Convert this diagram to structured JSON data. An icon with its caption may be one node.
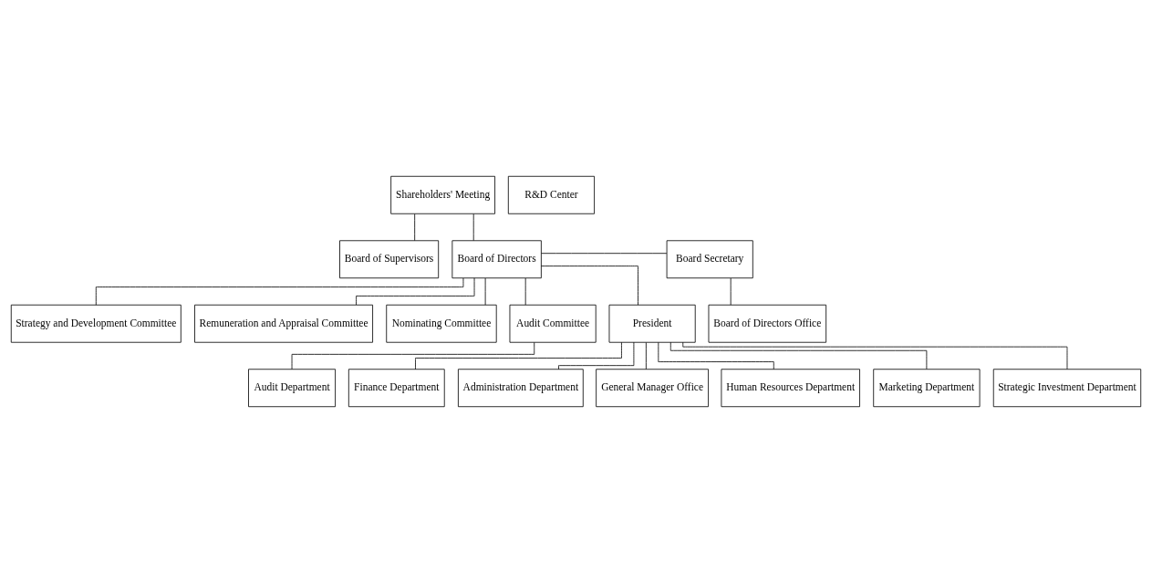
{
  "diagram": {
    "nodes": [
      {
        "text": [
          "Shareholders' Meeting"
        ]
      },
      {
        "text": [
          "Strategy and Development Committee"
        ]
      },
      {
        "text": [
          "Board of Supervisors"
        ]
      },
      {
        "text": [
          "Remuneration and Appraisal Committee"
        ]
      },
      {
        "text": [
          "Board of Directors"
        ]
      },
      {
        "text": [
          "Board Secretary"
        ]
      },
      {
        "text": [
          "Nominating Committee"
        ]
      },
      {
        "text": [
          "Audit Committee"
        ]
      },
      {
        "text": [
          "President"
        ]
      },
      {
        "text": [
          "Audit Department"
        ]
      },
      {
        "text": [
          "Finance Department"
        ]
      },
      {
        "text": [
          "Administration Department"
        ]
      },
      {
        "text": [
          "General Manager Office"
        ]
      },
      {
        "text": [
          "Human Resources Department"
        ]
      },
      {
        "text": [
          "Marketing Department"
        ]
      },
      {
        "text": [
          "R&D Center"
        ]
      },
      {
        "text": [
          "Strategic Investment Department"
        ]
      },
      {
        "text": [
          "Board of Directors Office"
        ]
      }
    ],
    "edges": [
      {
        "from": 0,
        "to": 4,
        "arrow": "none"
      },
      {
        "from": 0,
        "to": 2,
        "arrow": "none"
      },
      {
        "from": 4,
        "to": 1,
        "arrow": "none"
      },
      {
        "from": 4,
        "to": 3,
        "arrow": "none"
      },
      {
        "from": 4,
        "to": 6,
        "arrow": "none"
      },
      {
        "from": 4,
        "to": 7,
        "arrow": "none"
      },
      {
        "from": 4,
        "to": 5,
        "arrow": "none"
      },
      {
        "from": 4,
        "to": 8,
        "arrow": "none"
      },
      {
        "from": 7,
        "to": 9,
        "arrow": "none"
      },
      {
        "from": 8,
        "to": 10,
        "arrow": "none"
      },
      {
        "from": 8,
        "to": 11,
        "arrow": "none"
      },
      {
        "from": 8,
        "to": 12,
        "arrow": "none"
      },
      {
        "from": 8,
        "to": 13,
        "arrow": "none"
      },
      {
        "from": 8,
        "to": 14,
        "arrow": "none"
      },
      {
        "from": 8,
        "to": 16,
        "arrow": "none"
      },
      {
        "from": 5,
        "to": 17,
        "arrow": "none"
      }
    ]
  }
}
